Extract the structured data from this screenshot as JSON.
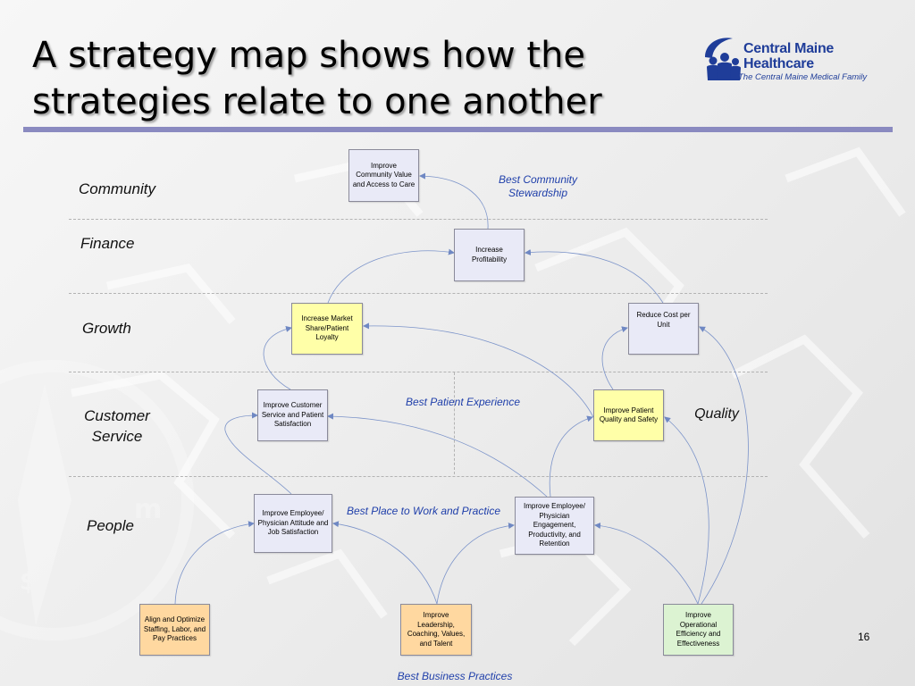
{
  "slide": {
    "title": "A strategy map shows how the strategies relate to one another",
    "page_number": "16"
  },
  "logo": {
    "name_line1": "Central Maine",
    "name_line2": "Healthcare",
    "tagline": "The Central Maine Medical Family",
    "icon": "people-group-logo-icon"
  },
  "rows": {
    "community": "Community",
    "finance": "Finance",
    "growth": "Growth",
    "customer_service": "Customer Service",
    "people": "People"
  },
  "themes": {
    "community": "Best Community Stewardship",
    "patient_experience": "Best Patient Experience",
    "quality": "Quality",
    "place_to_work": "Best Place to Work and Practice",
    "business": "Best Business Practices"
  },
  "nodes": {
    "community_value": "Improve Community Value and Access to Care",
    "profitability": "Increase Profitability",
    "market_share": "Increase Market Share/Patient Loyalty",
    "cost_per_unit": "Reduce Cost per Unit",
    "customer_service": "Improve Customer Service and Patient Satisfaction",
    "patient_quality": "Improve Patient Quality and Safety",
    "employee_attitude": "Improve Employee/ Physician Attitude and Job Satisfaction",
    "employee_engagement": "Improve Employee/ Physician Engagement, Productivity, and Retention",
    "staffing": "Align and Optimize Staffing, Labor, and Pay Practices",
    "leadership": "Improve Leadership, Coaching, Values, and Talent",
    "operational": "Improve Operational Efficiency and Effectiveness"
  },
  "colors": {
    "title_rule": "#8a8ac0",
    "logo_blue": "#1f3d99",
    "connector": "#7b93c9",
    "node_blue": "#e9eaf7",
    "node_yellow": "#ffffa8",
    "node_orange": "#ffd8a0",
    "node_green": "#dcf3d2",
    "theme_text": "#1f3faa"
  }
}
